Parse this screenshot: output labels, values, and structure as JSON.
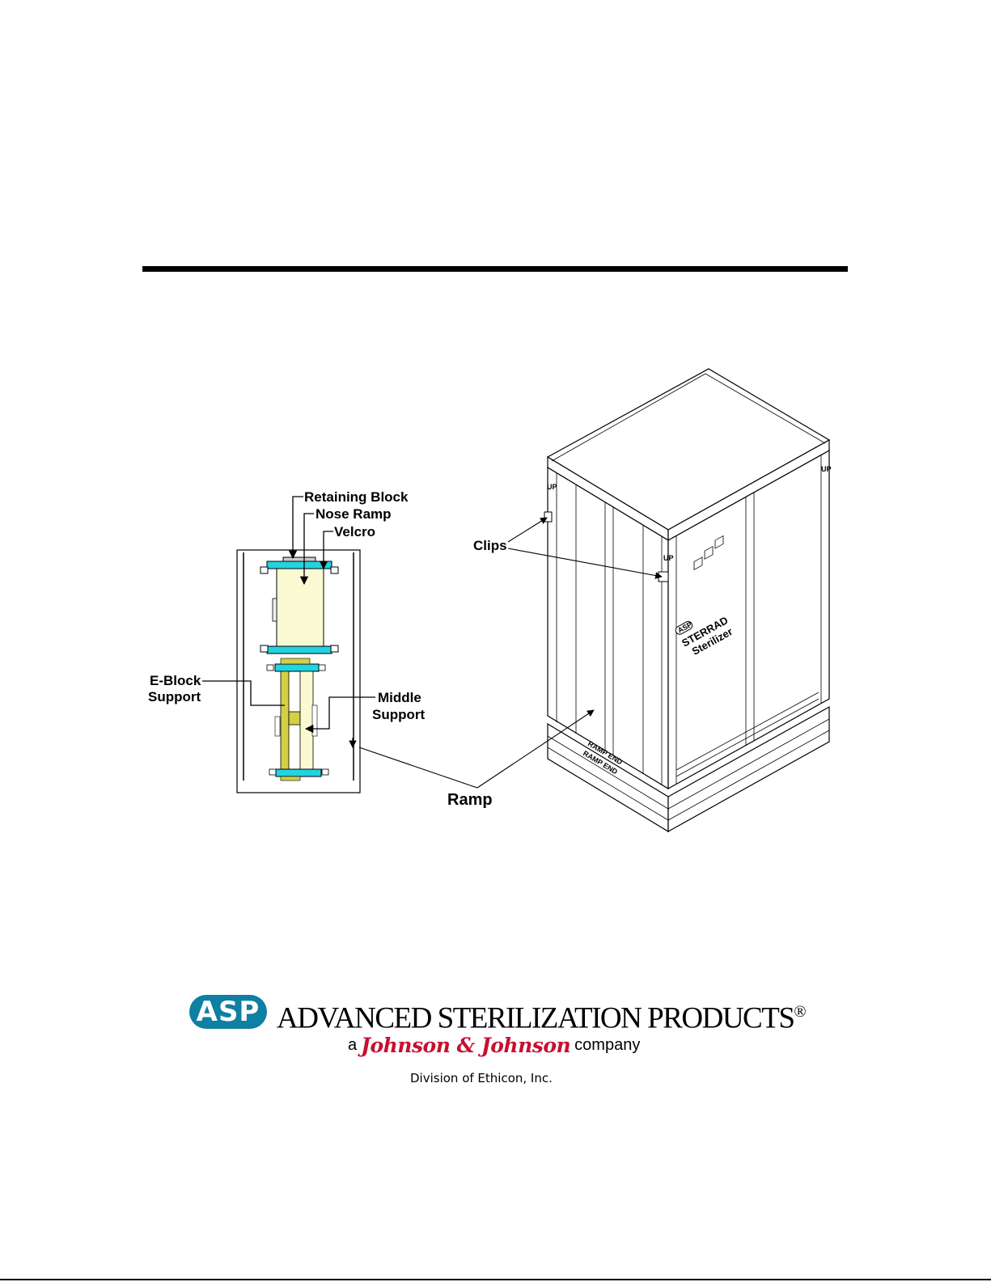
{
  "labels": {
    "retaining_block": "Retaining Block",
    "nose_ramp": "Nose Ramp",
    "velcro": "Velcro",
    "eblock_line1": "E-Block",
    "eblock_line2": "Support",
    "middle_line1": "Middle",
    "middle_line2": "Support",
    "clips": "Clips",
    "ramp": "Ramp"
  },
  "crate": {
    "brand_badge": "ASP",
    "product_line1": "STERRAD",
    "product_line2": "Sterilizer",
    "ramp_end_1": "RAMP END",
    "ramp_end_2": "RAMP END",
    "up_mark": "UP"
  },
  "footer": {
    "badge": "ASP",
    "company_name": "ADVANCED STERILIZATION PRODUCTS",
    "registered": "®",
    "prefix": "a",
    "parent_brand": "Johnson & Johnson",
    "suffix": "company",
    "division": "Division of Ethicon, Inc."
  },
  "colors": {
    "cyan_bracket": "#22d3e0",
    "cream_block": "#fafad2",
    "olive_support": "#d4cf44",
    "asp_blue": "#0f7fa2",
    "jj_red": "#c8102e"
  }
}
